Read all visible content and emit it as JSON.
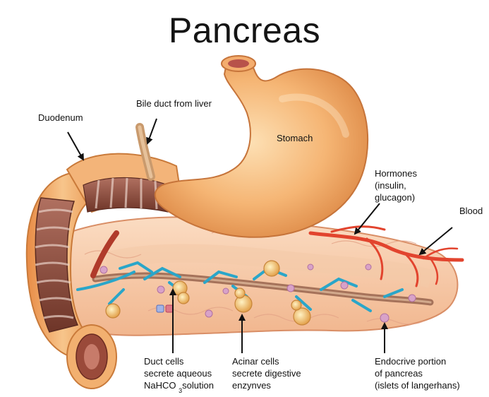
{
  "title": "Pancreas",
  "labels": {
    "duodenum": "Duodenum",
    "bile_duct": "Bile duct from liver",
    "stomach": "Stomach",
    "hormones": [
      "Hormones",
      "(insulin,",
      "glucagon)"
    ],
    "blood": "Blood",
    "duct_cells": [
      "Duct cells",
      "secrete aqueous",
      "NaHCO",
      "3",
      "solution"
    ],
    "acinar_cells": [
      "Acinar cells",
      "secrete digestive",
      "enzynves"
    ],
    "endocrine": [
      "Endocrive portion",
      "of pancreas",
      "(islets of langerhans)"
    ]
  },
  "colors": {
    "organ_outer": "#f0a868",
    "organ_inner": "#f7cf9c",
    "intestine_muscle": "#8a4a3c",
    "pancreas_tissue": "#f6c9a6",
    "duct": "#2aa6c9",
    "blood_vessel": "#e2442e",
    "arrow": "#111111"
  }
}
